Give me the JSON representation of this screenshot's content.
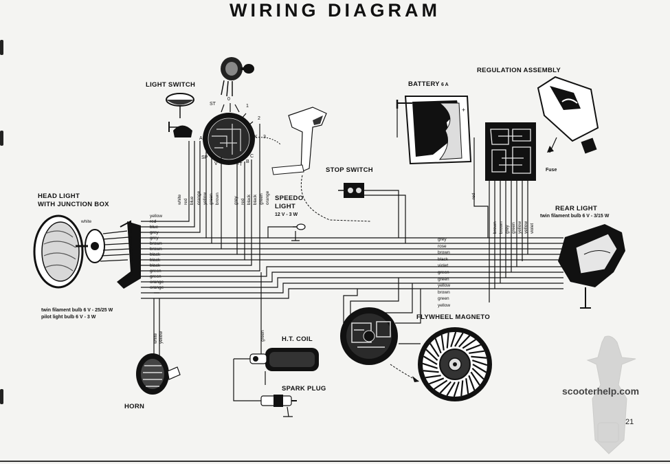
{
  "title": "WIRING DIAGRAM",
  "components": {
    "light_switch": "LIGHT SWITCH",
    "head_light": [
      "HEAD LIGHT",
      "WITH JUNCTION BOX"
    ],
    "battery": "BATTERY",
    "battery_spec": "6 A",
    "regulation_assembly": "REGULATION ASSEMBLY",
    "fuse": "Fuse",
    "stop_switch": "STOP SWITCH",
    "speedo_light": [
      "SPEEDO",
      "LIGHT"
    ],
    "speedo_spec": "12 V - 3 W",
    "rear_light": "REAR LIGHT",
    "rear_light_spec": "twin filament bulb 6 V - 3/15 W",
    "head_bulb_spec": [
      "twin filament bulb 6 V - 25/25 W",
      "pilot light bulb 6 V - 3 W"
    ],
    "ht_coil": "H.T. COIL",
    "spark_plug": "SPARK PLUG",
    "flywheel_magneto": "FLYWHEEL MAGNETO",
    "horn": "HORN"
  },
  "switch_terminals": {
    "top": [
      "ST",
      "0",
      "1",
      "2",
      "3"
    ],
    "side": [
      "A",
      "K",
      "SP",
      "V",
      "C",
      "FT",
      "B"
    ]
  },
  "head_wire_colors": [
    "white",
    "yellow",
    "red",
    "blue",
    "grey",
    "grey",
    "brown",
    "brown",
    "black",
    "black",
    "black",
    "green",
    "green",
    "orange",
    "orange"
  ],
  "switch_wire_colors": [
    "white",
    "red",
    "blue",
    "orange",
    "yellow",
    "green",
    "brown",
    "grey",
    "red",
    "black",
    "black",
    "green",
    "orange"
  ],
  "rear_wire_colors": [
    "grey",
    "rose",
    "brown",
    "black",
    "violet",
    "green",
    "green",
    "yellow",
    "brown",
    "green",
    "yellow"
  ],
  "regulator_wire_colors": [
    "red",
    "brown",
    "brown",
    "grey",
    "green",
    "yellow",
    "yellow",
    "violet"
  ],
  "horn_wire_colors": [
    "white",
    "yellow"
  ],
  "coil_wire_color": "green",
  "watermark": "scooterhelp.com",
  "page_number": "21"
}
